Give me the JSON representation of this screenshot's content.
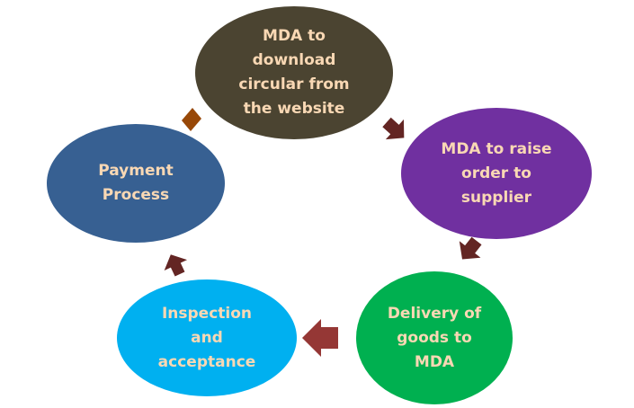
{
  "diagram": {
    "type": "cycle",
    "nodes": [
      {
        "id": "download",
        "label": "MDA to\ndownload\ncircular from\nthe website",
        "color": "#4b4431"
      },
      {
        "id": "raise-order",
        "label": "MDA to raise\norder to\nsupplier",
        "color": "#7030a0"
      },
      {
        "id": "delivery",
        "label": "Delivery of\ngoods to\nMDA",
        "color": "#00b050"
      },
      {
        "id": "inspection",
        "label": "Inspection\nand\nacceptance",
        "color": "#00b0f0"
      },
      {
        "id": "payment",
        "label": "Payment\nProcess",
        "color": "#376092"
      }
    ],
    "text_color": "#f9d8b4",
    "connectors": [
      {
        "from": "download",
        "to": "raise-order",
        "shape": "arrow",
        "color": "#632523"
      },
      {
        "from": "raise-order",
        "to": "delivery",
        "shape": "arrow",
        "color": "#632523"
      },
      {
        "from": "delivery",
        "to": "inspection",
        "shape": "arrow",
        "color": "#953735"
      },
      {
        "from": "inspection",
        "to": "payment",
        "shape": "arrow",
        "color": "#632523"
      },
      {
        "from": "payment",
        "to": "download",
        "shape": "diamond",
        "color": "#984807"
      }
    ]
  }
}
